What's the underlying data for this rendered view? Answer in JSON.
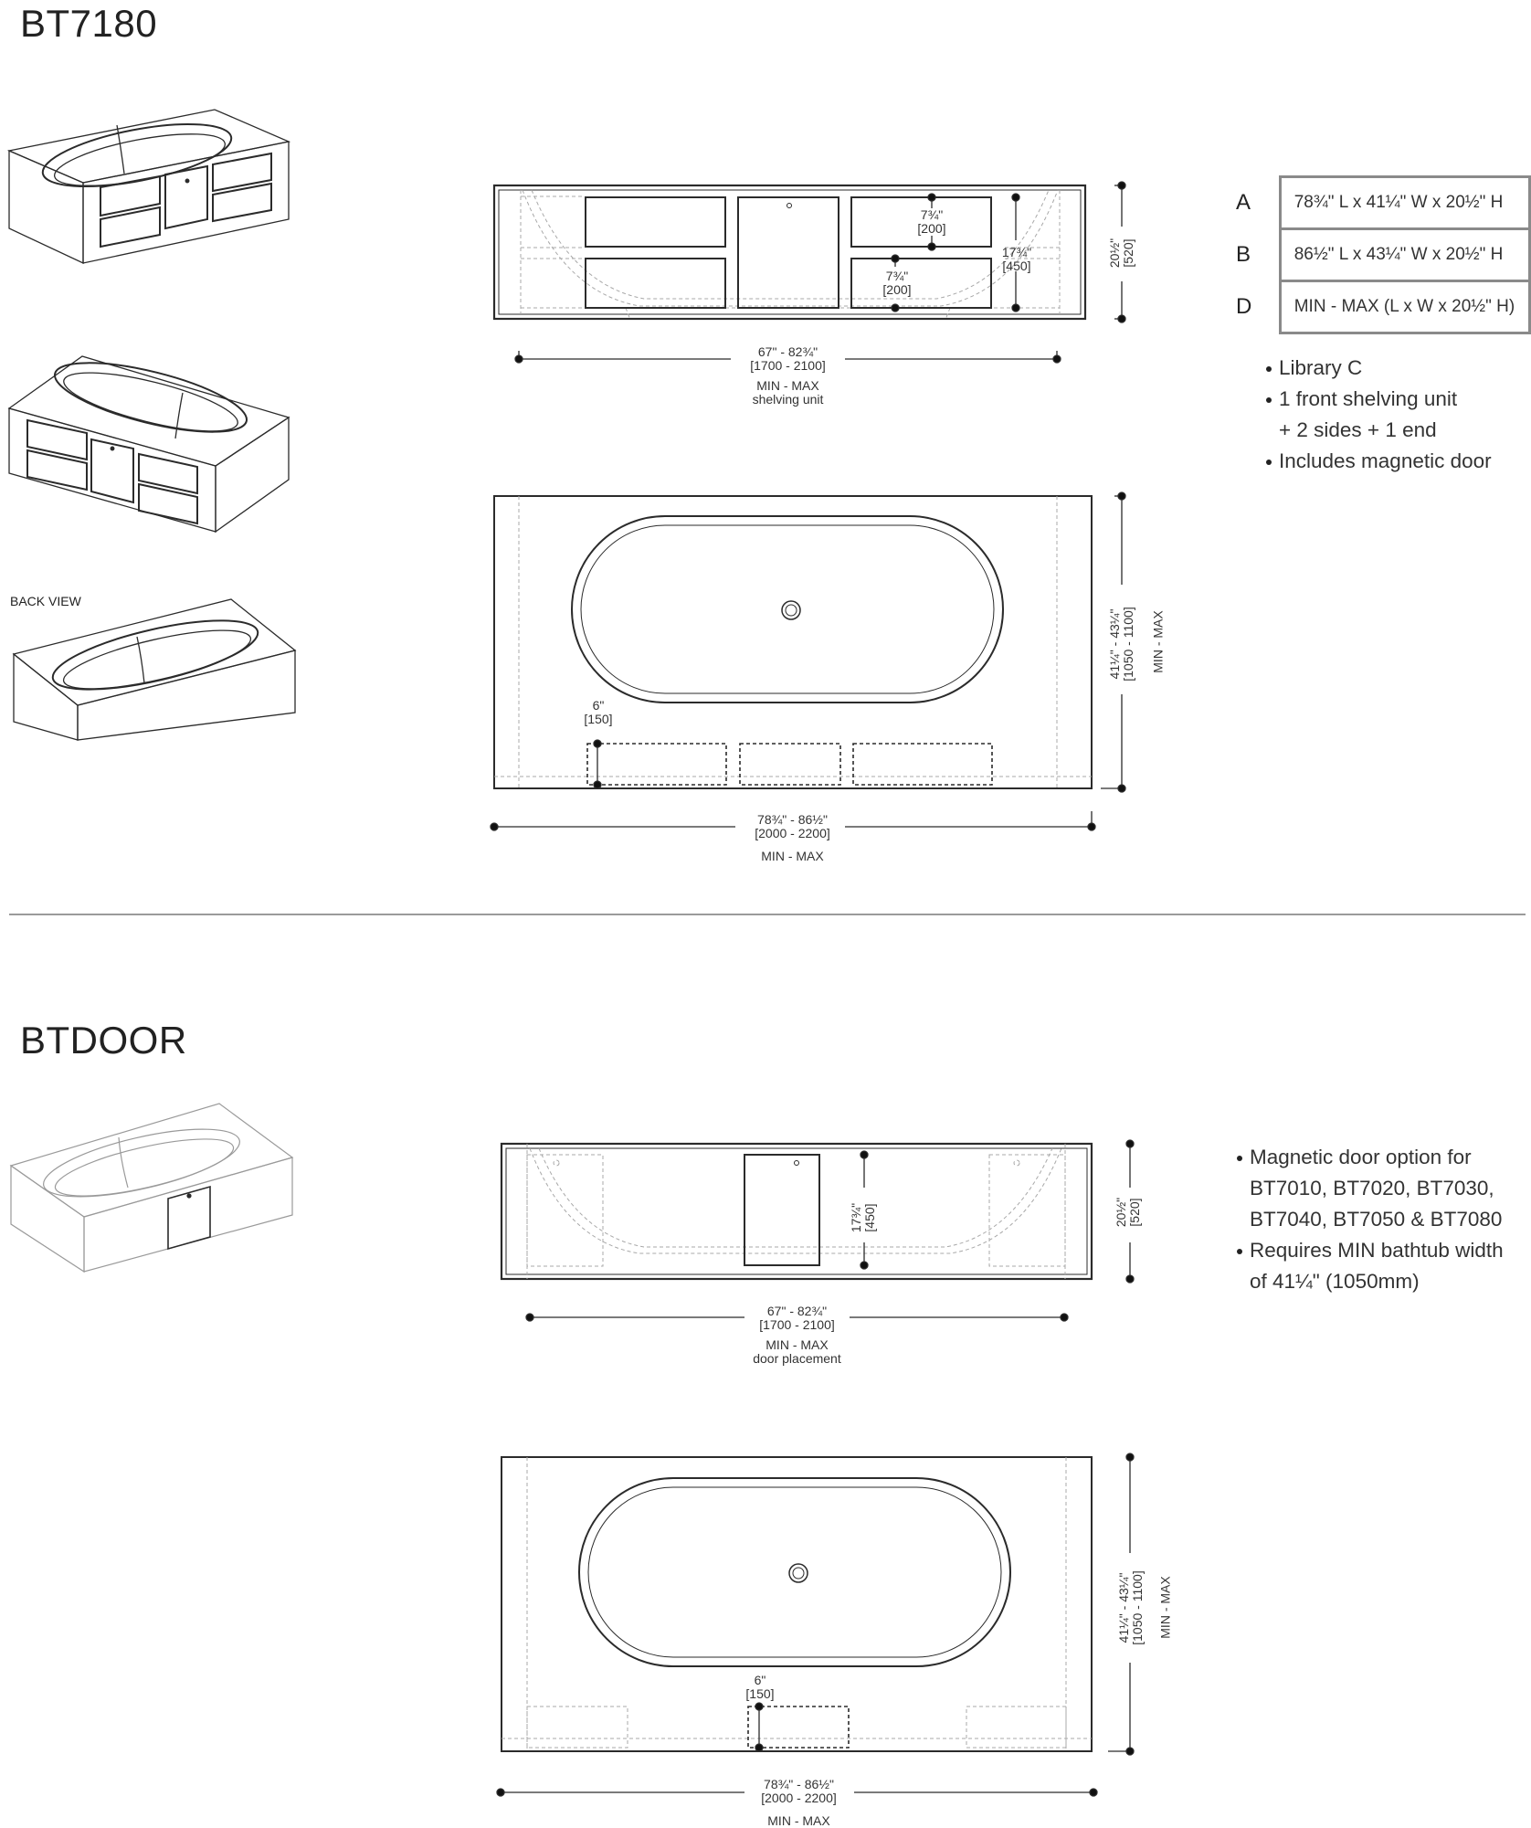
{
  "sections": [
    {
      "title": "BT7180",
      "views": {
        "back_view_label": "BACK VIEW"
      },
      "specs_table": [
        {
          "label": "A",
          "value": "78¾\" L x 41¼\" W x 20½\" H"
        },
        {
          "label": "B",
          "value": "86½\" L x 43¼\" W x 20½\" H"
        },
        {
          "label": "D",
          "value": "MIN - MAX (L x W x 20½\" H)"
        }
      ],
      "bullets": [
        {
          "text": "Library C",
          "continuation": null
        },
        {
          "text": "1 front shelving unit",
          "continuation": "+ 2 sides + 1 end"
        },
        {
          "text": "Includes magnetic door",
          "continuation": null
        }
      ],
      "front_elevation": {
        "shelf_height_top": {
          "imperial": "7¾\"",
          "metric": "[200]"
        },
        "shelf_height_bottom": {
          "imperial": "7¾\"",
          "metric": "[200]"
        },
        "unit_height": {
          "imperial": "17¾\"",
          "metric": "[450]"
        },
        "overall_height": {
          "imperial": "20½\"",
          "metric": "[520]"
        },
        "length": {
          "imperial": "67\" - 82¾\"",
          "metric": "[1700 - 2100]",
          "note1": "MIN - MAX",
          "note2": "shelving unit"
        }
      },
      "plan_view": {
        "depth": {
          "imperial": "6\"",
          "metric": "[150]"
        },
        "width": {
          "imperial": "41¼\" - 43¼\"",
          "metric": "[1050 - 1100]",
          "note": "MIN - MAX"
        },
        "length": {
          "imperial": "78¾\" - 86½\"",
          "metric": "[2000 - 2200]",
          "note": "MIN - MAX"
        }
      }
    },
    {
      "title": "BTDOOR",
      "bullets": [
        {
          "text": "Magnetic door option for",
          "continuation": [
            "BT7010, BT7020, BT7030,",
            "BT7040, BT7050 &  BT7080"
          ]
        },
        {
          "text": "Requires MIN bathtub width",
          "continuation": [
            "of 41¼\" (1050mm)"
          ]
        }
      ],
      "front_elevation": {
        "door_height": {
          "imperial": "17¾\"",
          "metric": "[450]"
        },
        "overall_height": {
          "imperial": "20½\"",
          "metric": "[520]"
        },
        "length": {
          "imperial": "67\" - 82¾\"",
          "metric": "[1700 - 2100]",
          "note1": "MIN - MAX",
          "note2": "door placement"
        }
      },
      "plan_view": {
        "depth": {
          "imperial": "6\"",
          "metric": "[150]"
        },
        "width": {
          "imperial": "41¼\" - 43¼\"",
          "metric": "[1050 - 1100]",
          "note": "MIN - MAX"
        },
        "length": {
          "imperial": "78¾\" - 86½\"",
          "metric": "[2000 - 2200]",
          "note": "MIN - MAX"
        }
      }
    }
  ],
  "colors": {
    "line": "#2b2b2b",
    "dashed": "#a8a8a8",
    "divider": "#9a9a9a",
    "table_border": "#8a8a8a"
  }
}
